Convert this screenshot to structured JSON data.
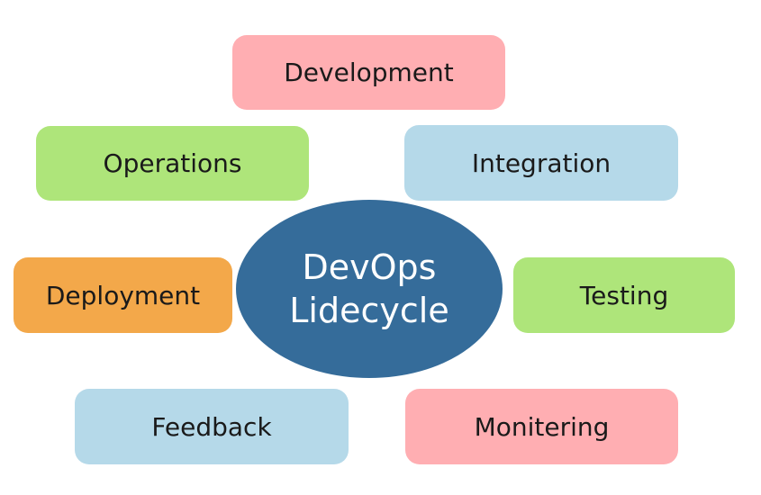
{
  "center": {
    "line1": "DevOps",
    "line2": "Lidecycle"
  },
  "stages": {
    "development": "Development",
    "operations": "Operations",
    "integration": "Integration",
    "deployment": "Deployment",
    "testing": "Testing",
    "feedback": "Feedback",
    "monitering": "Monitering"
  },
  "colors": {
    "pink": "#ffaeb2",
    "green": "#aee57a",
    "blue": "#b5d9e9",
    "orange": "#f3a84a",
    "center": "#356c9a"
  }
}
